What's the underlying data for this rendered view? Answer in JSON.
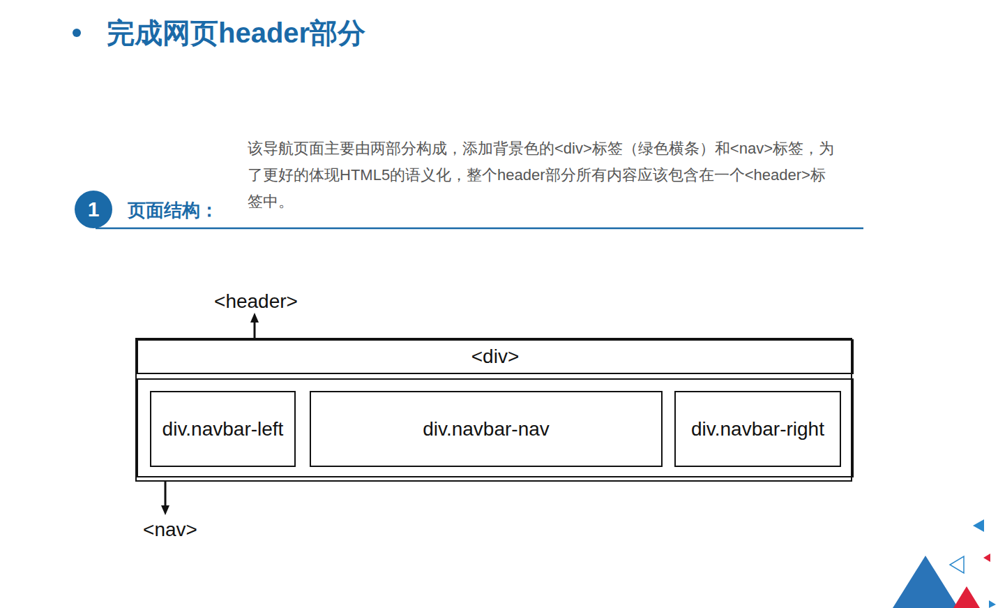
{
  "diagram": {
    "title": "完成网页header部分",
    "nodes": [
      {
        "text": [
          "1"
        ]
      },
      {
        "text": [
          "<header>"
        ]
      },
      {
        "text": [
          "<div>"
        ],
        "in": 1
      },
      {
        "text": [
          "<nav>"
        ],
        "in": 1
      },
      {
        "text": [
          "div.navbar-left"
        ],
        "in": 3
      },
      {
        "text": [
          "div.navbar-nav"
        ],
        "in": 3
      },
      {
        "text": [
          "div.navbar-right"
        ],
        "in": 3
      }
    ],
    "labels": [
      "页面结构：",
      "该导航页面主要由两部分构成，添加背景色的<div>标签（绿色横条）和<nav>标签，为了更好的体现HTML5的语义化，整个header部分所有内容应该包含在一个<header>标签中。"
    ]
  }
}
